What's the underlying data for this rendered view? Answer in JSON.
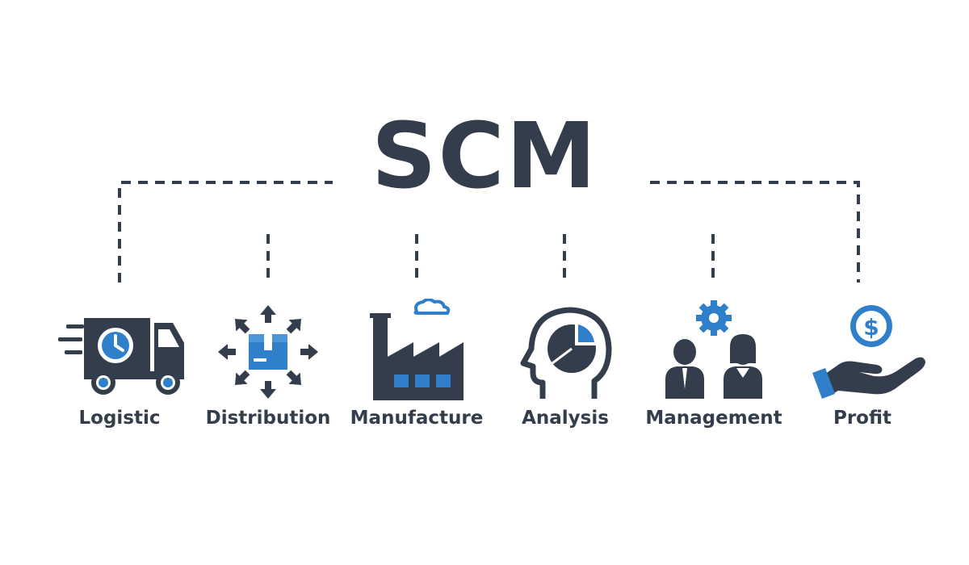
{
  "title": "SCM",
  "colors": {
    "dark": "#333d4c",
    "accent": "#2f7fcb",
    "background": "#ffffff"
  },
  "items": [
    {
      "label": "Logistic",
      "icon": "delivery-truck-clock-icon"
    },
    {
      "label": "Distribution",
      "icon": "package-distribution-arrows-icon"
    },
    {
      "label": "Manufacture",
      "icon": "factory-icon"
    },
    {
      "label": "Analysis",
      "icon": "head-pie-chart-icon"
    },
    {
      "label": "Management",
      "icon": "team-gear-icon"
    },
    {
      "label": "Profit",
      "icon": "hand-dollar-coin-icon"
    }
  ]
}
